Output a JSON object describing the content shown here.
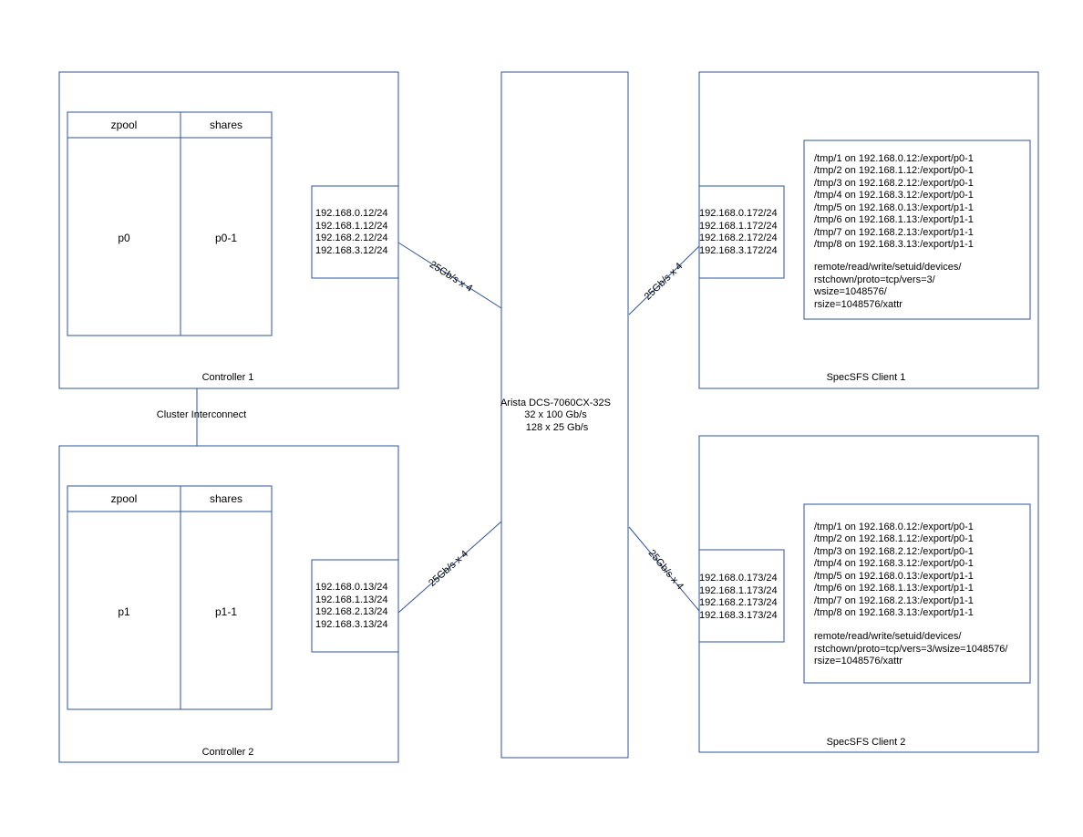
{
  "colors": {
    "stroke": "#2f5597",
    "text": "#000000",
    "background": "#ffffff"
  },
  "controller1": {
    "label": "Controller 1",
    "table": {
      "header_left": "zpool",
      "header_right": "shares",
      "pool": "p0",
      "share": "p0-1"
    },
    "ips": [
      "192.168.0.12/24",
      "192.168.1.12/24",
      "192.168.2.12/24",
      "192.168.3.12/24"
    ]
  },
  "controller2": {
    "label": "Controller 2",
    "table": {
      "header_left": "zpool",
      "header_right": "shares",
      "pool": "p1",
      "share": "p1-1"
    },
    "ips": [
      "192.168.0.13/24",
      "192.168.1.13/24",
      "192.168.2.13/24",
      "192.168.3.13/24"
    ]
  },
  "interconnect": {
    "label": "Cluster Interconnect"
  },
  "switch": {
    "lines": [
      "Arista DCS-7060CX-32S",
      "32 x 100 Gb/s",
      "128 x 25 Gb/s"
    ]
  },
  "links": {
    "c1": "25Gb/s x 4",
    "c2": "25Gb/s x 4",
    "s1": "25Gb/s x 4",
    "s2": "25Gb/s x 4"
  },
  "client1": {
    "label": "SpecSFS Client 1",
    "ips": [
      "192.168.0.172/24",
      "192.168.1.172/24",
      "192.168.2.172/24",
      "192.168.3.172/24"
    ],
    "mounts": [
      "/tmp/1 on 192.168.0.12:/export/p0-1",
      "/tmp/2 on 192.168.1.12:/export/p0-1",
      "/tmp/3 on 192.168.2.12:/export/p0-1",
      "/tmp/4 on 192.168.3.12:/export/p0-1",
      "/tmp/5 on 192.168.0.13:/export/p1-1",
      "/tmp/6 on 192.168.1.13:/export/p1-1",
      "/tmp/7 on 192.168.2.13:/export/p1-1",
      "/tmp/8 on 192.168.3.13:/export/p1-1"
    ],
    "options": [
      "remote/read/write/setuid/devices/",
      "rstchown/proto=tcp/vers=3/",
      "wsize=1048576/",
      "rsize=1048576/xattr"
    ]
  },
  "client2": {
    "label": "SpecSFS Client 2",
    "ips": [
      "192.168.0.173/24",
      "192.168.1.173/24",
      "192.168.2.173/24",
      "192.168.3.173/24"
    ],
    "mounts": [
      "/tmp/1 on 192.168.0.12:/export/p0-1",
      "/tmp/2 on 192.168.1.12:/export/p0-1",
      "/tmp/3 on 192.168.2.12:/export/p0-1",
      "/tmp/4 on 192.168.3.12:/export/p0-1",
      "/tmp/5 on 192.168.0.13:/export/p1-1",
      "/tmp/6 on 192.168.1.13:/export/p1-1",
      "/tmp/7 on 192.168.2.13:/export/p1-1",
      "/tmp/8 on 192.168.3.13:/export/p1-1"
    ],
    "options": [
      "remote/read/write/setuid/devices/",
      "rstchown/proto=tcp/vers=3/wsize=1048576/",
      "rsize=1048576/xattr"
    ]
  }
}
